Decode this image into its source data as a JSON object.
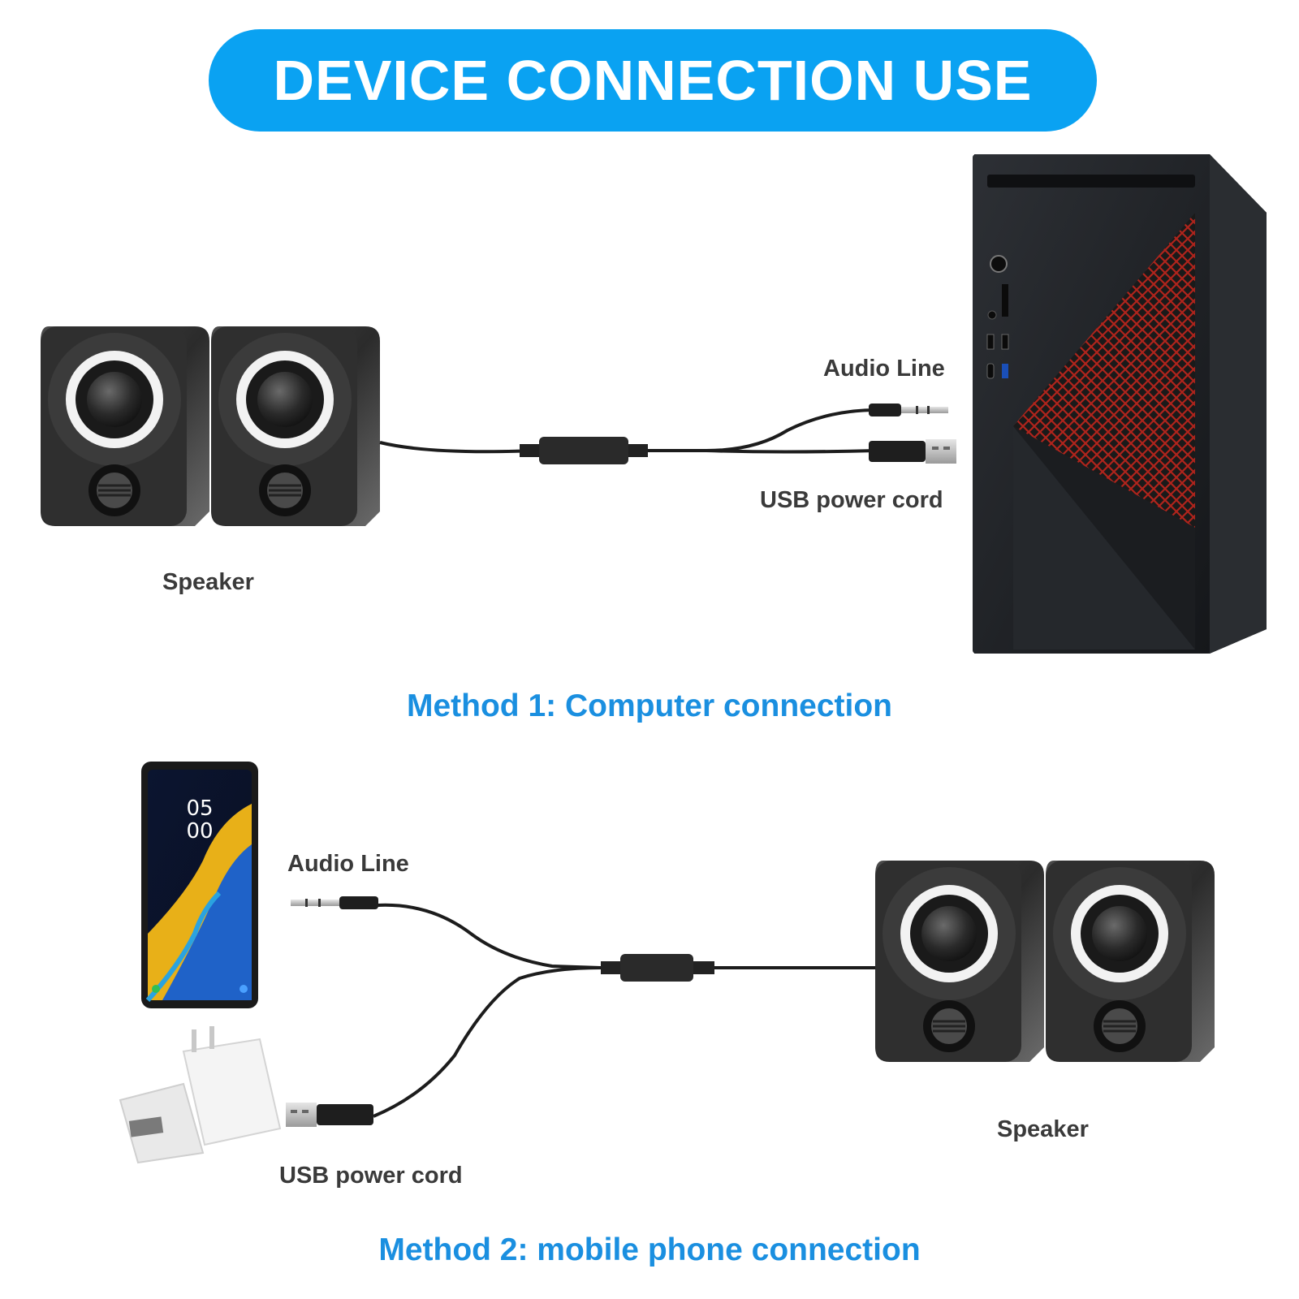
{
  "title": "DEVICE CONNECTION USE",
  "method1": {
    "heading": "Method 1: Computer connection",
    "speaker_label": "Speaker",
    "audio_label": "Audio Line",
    "usb_label": "USB power cord"
  },
  "method2": {
    "heading": "Method 2: mobile phone connection",
    "speaker_label": "Speaker",
    "audio_label": "Audio Line",
    "usb_label": "USB power cord",
    "phone_time_hour": "05",
    "phone_time_min": "00"
  },
  "colors": {
    "banner": "#0aa2f2",
    "heading": "#1a8fe0",
    "label": "#3a3a3a",
    "case_accent": "#b0241c"
  }
}
